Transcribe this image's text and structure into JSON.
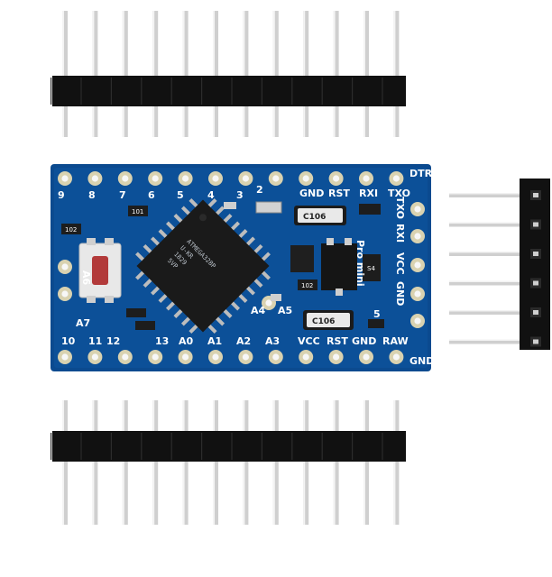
{
  "image": {
    "description_labels": {
      "board_label": "Pro Mini"
    }
  },
  "colors": {
    "pcb": "#0b4a8f",
    "pcb_dark": "#083a73",
    "header_plastic": "#111111",
    "pin_metal": "#d8d8d8",
    "pad_gold": "#d9d2b0",
    "chip": "#1a1a1a",
    "reset_button": "#b23a3a"
  },
  "board": {
    "top_labels": [
      "9",
      "8",
      "7",
      "6",
      "5",
      "4",
      "3",
      "2",
      "GND",
      "RST",
      "RXI",
      "TXO",
      "DTR"
    ],
    "bottom_labels": [
      "10",
      "11",
      "12",
      "13",
      "A0",
      "A1",
      "A2",
      "A3",
      "VCC",
      "RST",
      "GND",
      "RAW",
      "GND"
    ],
    "right_labels": [
      "TXO",
      "RXI",
      "VCC",
      "GND"
    ],
    "side_labels": [
      "A4",
      "A5",
      "A7",
      "A6"
    ],
    "mcu_marking": [
      "ATMEGA328P",
      "U-KR",
      "1829",
      "5VP"
    ],
    "caps": [
      "C106",
      "C106"
    ],
    "small_parts": [
      "101",
      "102",
      "102",
      "S4",
      "5"
    ],
    "pro_mini_label": "Pro mini"
  }
}
